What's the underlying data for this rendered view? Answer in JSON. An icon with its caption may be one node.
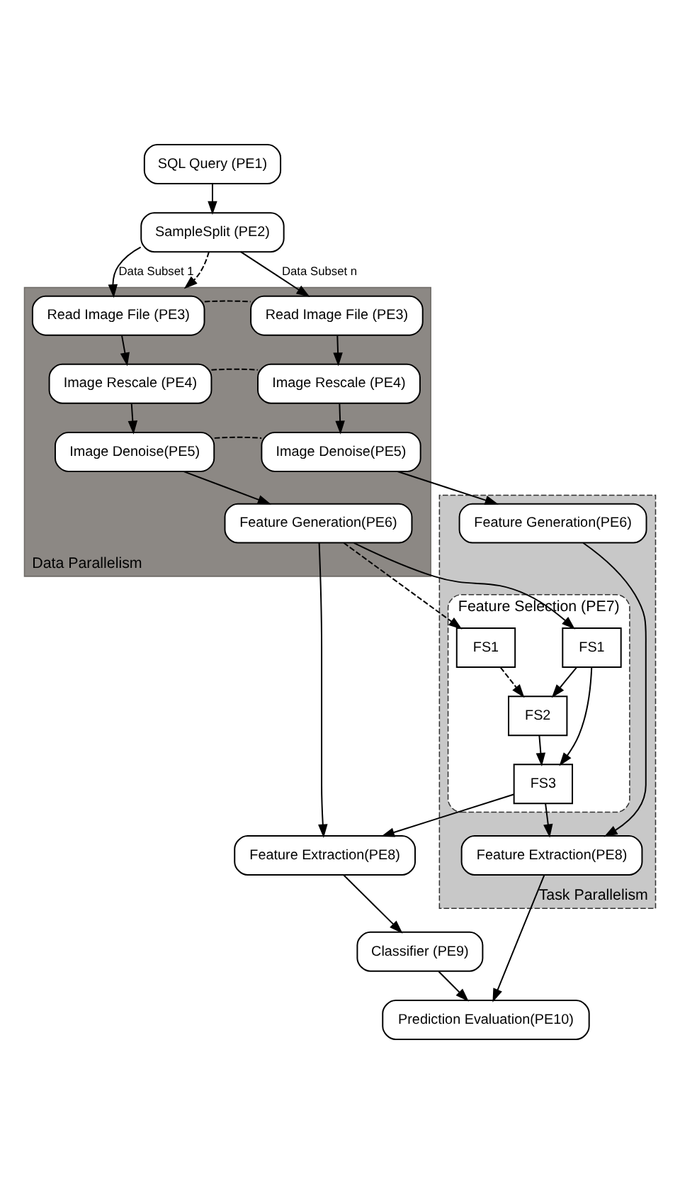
{
  "diagram": {
    "nodes": [
      {
        "text": [
          "SQL Query (PE1)"
        ]
      },
      {
        "text": [
          "SampleSplit (PE2)"
        ]
      },
      {
        "text": [
          "Data Parallelism"
        ]
      },
      {
        "text": [
          "Read Image File (PE3)"
        ],
        "in": 2
      },
      {
        "text": [
          "Image Rescale (PE4)"
        ],
        "in": 2
      },
      {
        "text": [
          "Image Denoise(PE5)"
        ],
        "in": 2
      },
      {
        "text": [
          "Feature Generation(PE6)"
        ],
        "in": 2
      },
      {
        "text": [
          "Read Image File (PE3)"
        ],
        "in": 2
      },
      {
        "text": [
          "Image Rescale (PE4)"
        ],
        "in": 2
      },
      {
        "text": [
          "Image Denoise(PE5)"
        ],
        "in": 2
      },
      {
        "text": [
          "Task Parallelism"
        ]
      },
      {
        "text": [
          "Feature Generation(PE6)"
        ],
        "in": 10
      },
      {
        "text": [
          "Feature Selection (PE7)"
        ],
        "in": 10
      },
      {
        "text": [
          "FS1"
        ],
        "in": 12
      },
      {
        "text": [
          "FS1"
        ],
        "in": 12
      },
      {
        "text": [
          "FS2"
        ],
        "in": 12
      },
      {
        "text": [
          "FS3"
        ],
        "in": 12
      },
      {
        "text": [
          "Feature Extraction(PE8)"
        ]
      },
      {
        "text": [
          "Feature Extraction(PE8)"
        ],
        "in": 10
      },
      {
        "text": [
          "Classifier (PE9)"
        ]
      },
      {
        "text": [
          "Prediction Evaluation(PE10)"
        ]
      }
    ],
    "edges": [
      {
        "from": 0,
        "to": 1,
        "arrow": "to"
      },
      {
        "from": 1,
        "to": 3,
        "arrow": "to",
        "label": "Data Subset 1"
      },
      {
        "from": 1,
        "to": 2,
        "arrow": "to",
        "style": "dashed"
      },
      {
        "from": 1,
        "to": 7,
        "arrow": "to",
        "label": "Data Subset n"
      },
      {
        "from": 3,
        "to": 4,
        "arrow": "to"
      },
      {
        "from": 4,
        "to": 5,
        "arrow": "to"
      },
      {
        "from": 5,
        "to": 6,
        "arrow": "to"
      },
      {
        "from": 7,
        "to": 8,
        "arrow": "to"
      },
      {
        "from": 8,
        "to": 9,
        "arrow": "to"
      },
      {
        "from": 3,
        "to": 7,
        "arrow": "none",
        "style": "dashed"
      },
      {
        "from": 4,
        "to": 8,
        "arrow": "none",
        "style": "dashed"
      },
      {
        "from": 5,
        "to": 9,
        "arrow": "none",
        "style": "dashed"
      },
      {
        "from": 9,
        "to": 11,
        "arrow": "to"
      },
      {
        "from": 6,
        "to": 14,
        "arrow": "to",
        "style": "dashed"
      },
      {
        "from": 6,
        "to": 13,
        "arrow": "to"
      },
      {
        "from": 6,
        "to": 17,
        "arrow": "to"
      },
      {
        "from": 13,
        "to": 15,
        "arrow": "to"
      },
      {
        "from": 14,
        "to": 15,
        "arrow": "to",
        "style": "dashed"
      },
      {
        "from": 13,
        "to": 16,
        "arrow": "to"
      },
      {
        "from": 15,
        "to": 16,
        "arrow": "to"
      },
      {
        "from": 16,
        "to": 17,
        "arrow": "to"
      },
      {
        "from": 16,
        "to": 18,
        "arrow": "to"
      },
      {
        "from": 11,
        "to": 18,
        "arrow": "to"
      },
      {
        "from": 17,
        "to": 19,
        "arrow": "to"
      },
      {
        "from": 19,
        "to": 20,
        "arrow": "to"
      },
      {
        "from": 18,
        "to": 20,
        "arrow": "to"
      }
    ]
  }
}
